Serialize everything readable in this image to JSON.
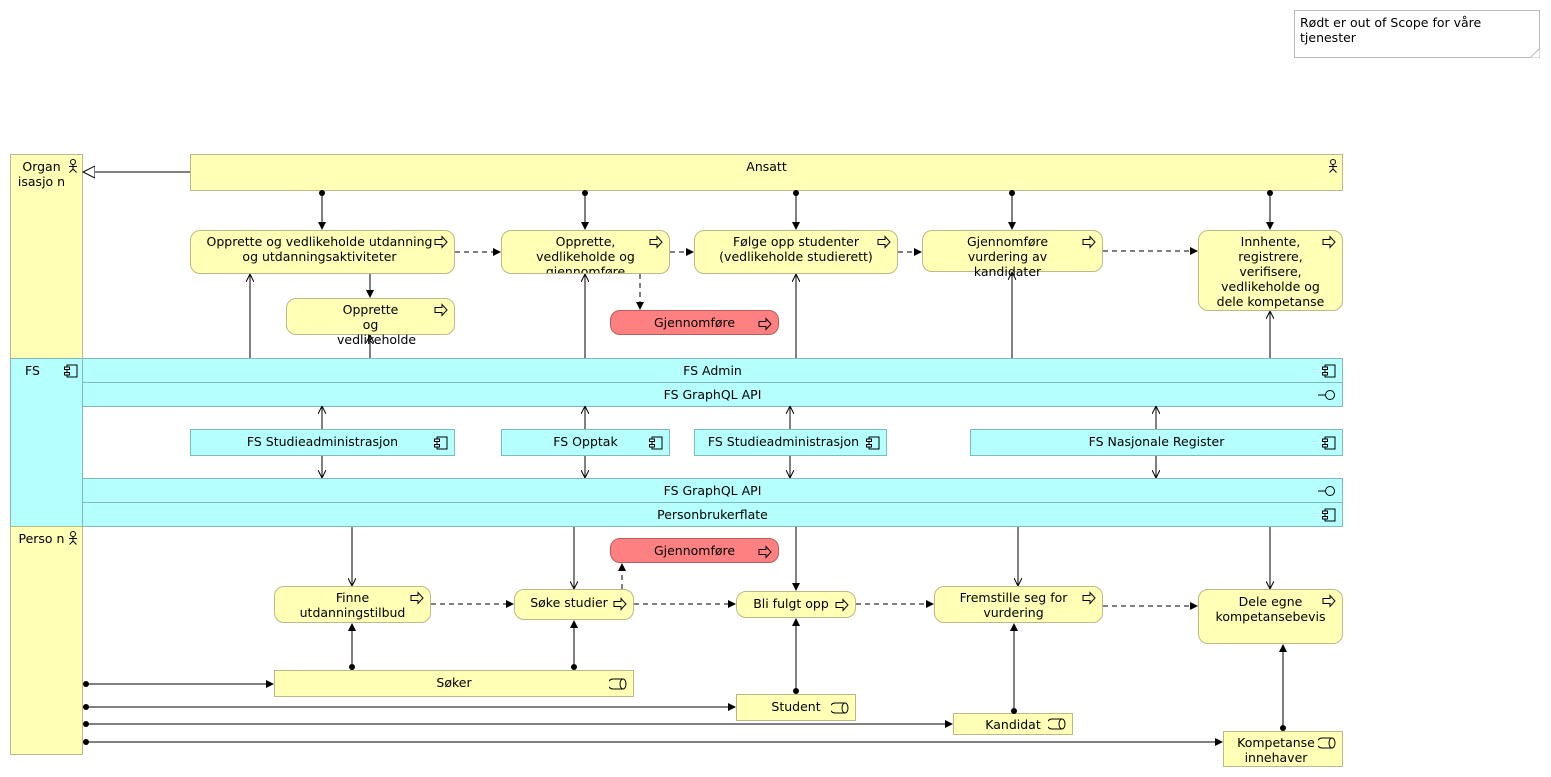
{
  "note": {
    "text": "Rødt er out of Scope for våre tjenester"
  },
  "lanes": {
    "organisasjon": "Organ isasjo n",
    "fs": "FS",
    "person": "Perso n"
  },
  "actors": {
    "ansatt": "Ansatt"
  },
  "org_processes": {
    "p1": "Opprette og vedlikeholde utdanning og utdanningsaktiviteter",
    "p2": "Opprette, vedlikeholde og gjennomføre opptak",
    "p3": "Følge opp studenter (vedlikeholde studierett)",
    "p4": "Gjennomføre vurdering av kandidater",
    "p5": "Innhente, registrere, verifisere, vedlikeholde og dele kompetanse",
    "p6": "Opprette og vedlikeholde",
    "p7_red": "Gjennomføre"
  },
  "fs": {
    "admin": "FS Admin",
    "graphql_top": "FS GraphQL API",
    "studieadm1": "FS Studieadministrasjon",
    "opptak": "FS Opptak",
    "studieadm2": "FS Studieadministrasjon",
    "nasjonale": "FS Nasjonale Register",
    "graphql_bottom": "FS GraphQL API",
    "personbrukerflate": "Personbrukerflate"
  },
  "person_processes": {
    "q1": "Finne utdanningstilbud",
    "q2": "Søke studier",
    "q3": "Bli fulgt opp",
    "q4": "Fremstille seg for vurdering",
    "q5": "Dele egne kompetansebevis",
    "q6_red": "Gjennomføre"
  },
  "roles": {
    "soker": "Søker",
    "student": "Student",
    "kandidat": "Kandidat",
    "kompetanse": "Kompetanse innehaver"
  },
  "colors": {
    "business": "#ffffb5",
    "application": "#b5ffff",
    "out_of_scope": "#ff8080"
  }
}
